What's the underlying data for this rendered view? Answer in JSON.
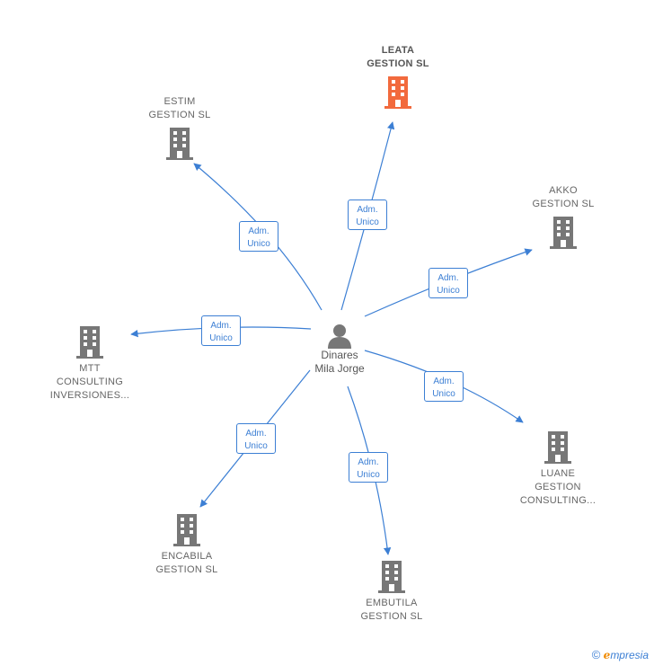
{
  "center": {
    "name": "Dinares\nMila Jorge",
    "icon": "person-icon"
  },
  "companies": [
    {
      "id": "leata",
      "name": "LEATA\nGESTION  SL",
      "highlight": true,
      "color": "#f26a3d"
    },
    {
      "id": "estim",
      "name": "ESTIM\nGESTION  SL",
      "highlight": false,
      "color": "#777777"
    },
    {
      "id": "akko",
      "name": "AKKO\nGESTION  SL",
      "highlight": false,
      "color": "#777777"
    },
    {
      "id": "mtt",
      "name": "MTT\nCONSULTING\nINVERSIONES...",
      "highlight": false,
      "color": "#777777"
    },
    {
      "id": "luane",
      "name": "LUANE\nGESTION\nCONSULTING...",
      "highlight": false,
      "color": "#777777"
    },
    {
      "id": "encabila",
      "name": "ENCABILA\nGESTION  SL",
      "highlight": false,
      "color": "#777777"
    },
    {
      "id": "embutila",
      "name": "EMBUTILA\nGESTION  SL",
      "highlight": false,
      "color": "#777777"
    }
  ],
  "relation": {
    "line1": "Adm.",
    "line2": "Unico"
  },
  "colors": {
    "edge": "#3c7fd4",
    "node": "#777777",
    "highlight": "#f26a3d"
  },
  "footer": {
    "copyright": "©",
    "brand_initial": "e",
    "brand_rest": "mpresia"
  }
}
